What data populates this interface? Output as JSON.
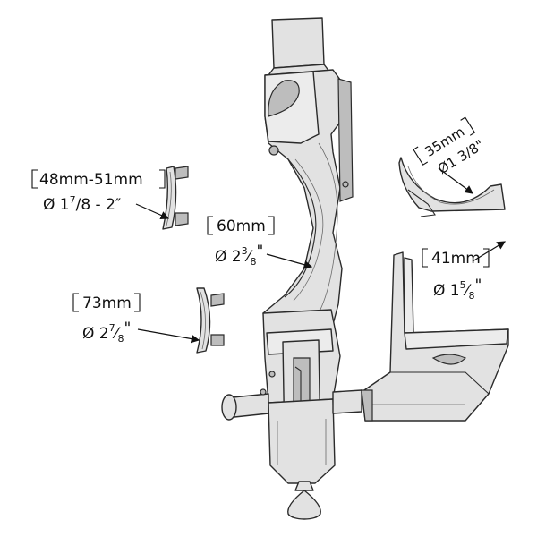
{
  "labels": {
    "label_48": {
      "size": "48mm-51mm",
      "prefix": "Ø 1",
      "num": "7",
      "rest": "/8 - 2″"
    },
    "label_60": {
      "size": "60mm",
      "prefix": "Ø 2",
      "num": "3",
      "den": "8",
      "quote": "\""
    },
    "label_73": {
      "size": "73mm",
      "prefix": "Ø 2",
      "num": "7",
      "den": "8",
      "quote": "\""
    },
    "label_35": {
      "size": "35mm",
      "prefix": "Ø1 3/8\""
    },
    "label_41": {
      "size": "41mm",
      "prefix": "Ø 1",
      "num": "5",
      "den": "8",
      "quote": "\""
    }
  },
  "colors": {
    "part_fill": "#e2e2e2",
    "outline": "#2b2b2b",
    "text": "#111111"
  },
  "icons": {
    "diameter": "diameter-symbol"
  }
}
